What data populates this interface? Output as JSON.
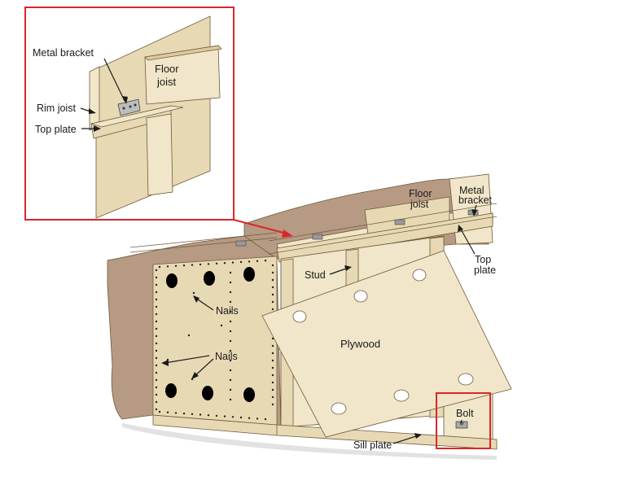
{
  "labels": {
    "inset_metal_bracket": "Metal bracket",
    "inset_floor_joist_1": "Floor",
    "inset_floor_joist_2": "joist",
    "inset_rim_joist": "Rim joist",
    "inset_top_plate": "Top plate",
    "floor_joist_1": "Floor",
    "floor_joist_2": "joist",
    "metal_bracket_1": "Metal",
    "metal_bracket_2": "bracket",
    "top_plate_1": "Top",
    "top_plate_2": "plate",
    "stud": "Stud",
    "nails_1": "Nails",
    "nails_2": "Nails",
    "plywood": "Plywood",
    "bolt": "Bolt",
    "sill_plate": "Sill plate"
  },
  "colors": {
    "highlight_box": "#d9262b",
    "callout_arrow": "#d9262b",
    "wall_brown": "#b79a83",
    "wood": "#e8d9b5"
  }
}
